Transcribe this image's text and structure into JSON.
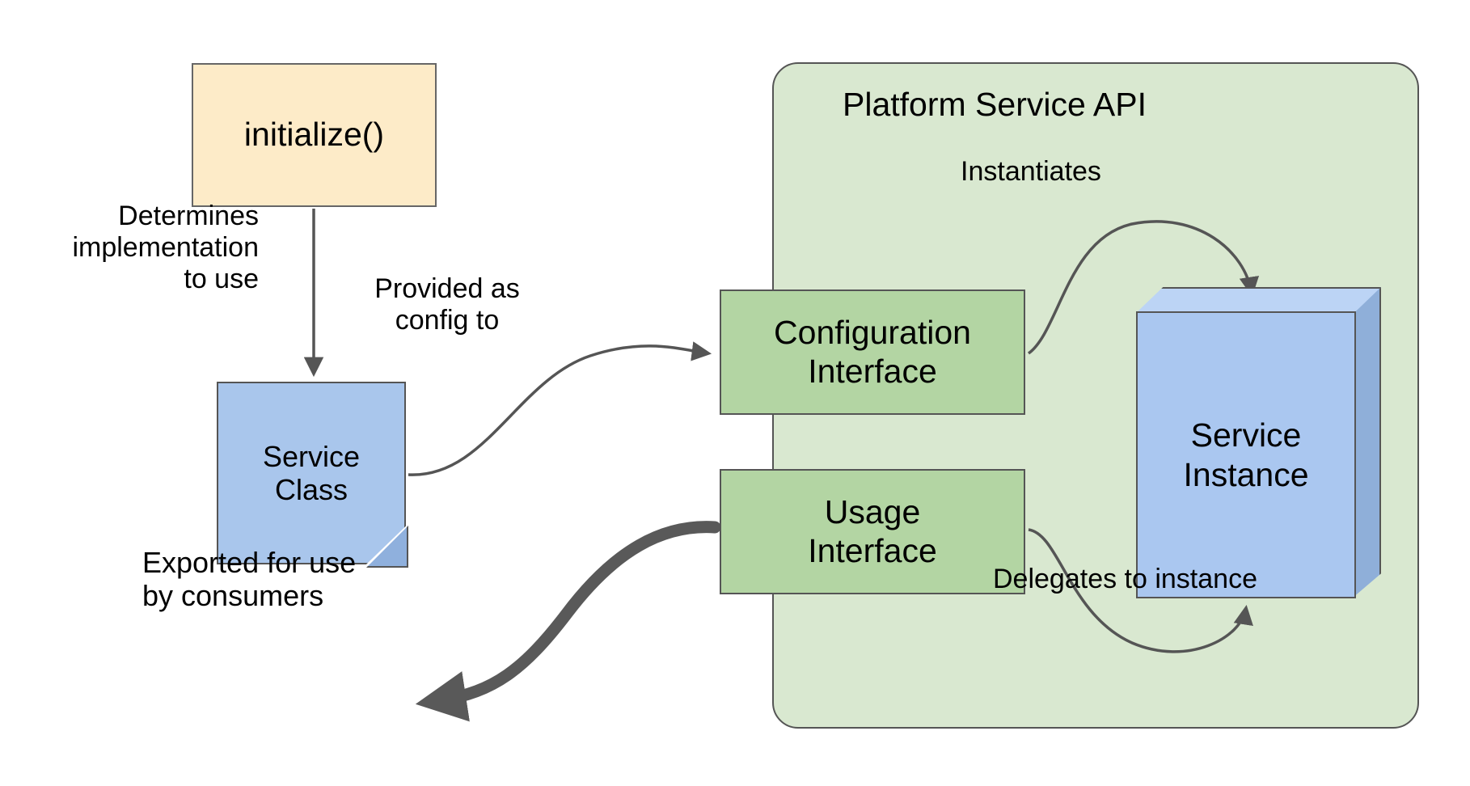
{
  "diagram": {
    "title": "Platform Service API service pattern",
    "background": "#ffffff",
    "colors": {
      "container_fill": "#d9e8d0",
      "interface_fill": "#b3d5a3",
      "note_fill": "#a9c6ec",
      "note_fold": "#8fb0dd",
      "callout_fill": "#fdebc8",
      "box3d_front": "#aac7f0",
      "box3d_top": "#bcd4f5",
      "box3d_side": "#8fafd9",
      "stroke": "#555555",
      "thick_arrow": "#595959",
      "text": "#000000"
    }
  },
  "container": {
    "label": "Platform Service API"
  },
  "nodes": {
    "initialize": {
      "label": "initialize()"
    },
    "service_class": {
      "label": "Service\nClass"
    },
    "configuration_interface": {
      "line1": "Configuration",
      "line2": "Interface"
    },
    "usage_interface": {
      "line1": "Usage",
      "line2": "Interface"
    },
    "service_instance": {
      "line1": "Service",
      "line2": "Instance"
    }
  },
  "edges": {
    "determines": {
      "label": "Determines\nimplementation\nto use",
      "from": "initialize",
      "to": "service_class",
      "style": "straight-arrow"
    },
    "provided_as_config": {
      "label": "Provided as\nconfig to",
      "from": "service_class",
      "to": "configuration_interface",
      "style": "curved-arrow"
    },
    "instantiates": {
      "label": "Instantiates",
      "from": "configuration_interface",
      "to": "service_instance",
      "style": "curved-arrow"
    },
    "delegates": {
      "label": "Delegates to instance",
      "from": "usage_interface",
      "to": "service_instance",
      "style": "curved-arrow"
    },
    "exported": {
      "label": "Exported for use\nby consumers",
      "from": "usage_interface",
      "to": "consumers",
      "style": "thick-curved-arrow"
    }
  }
}
